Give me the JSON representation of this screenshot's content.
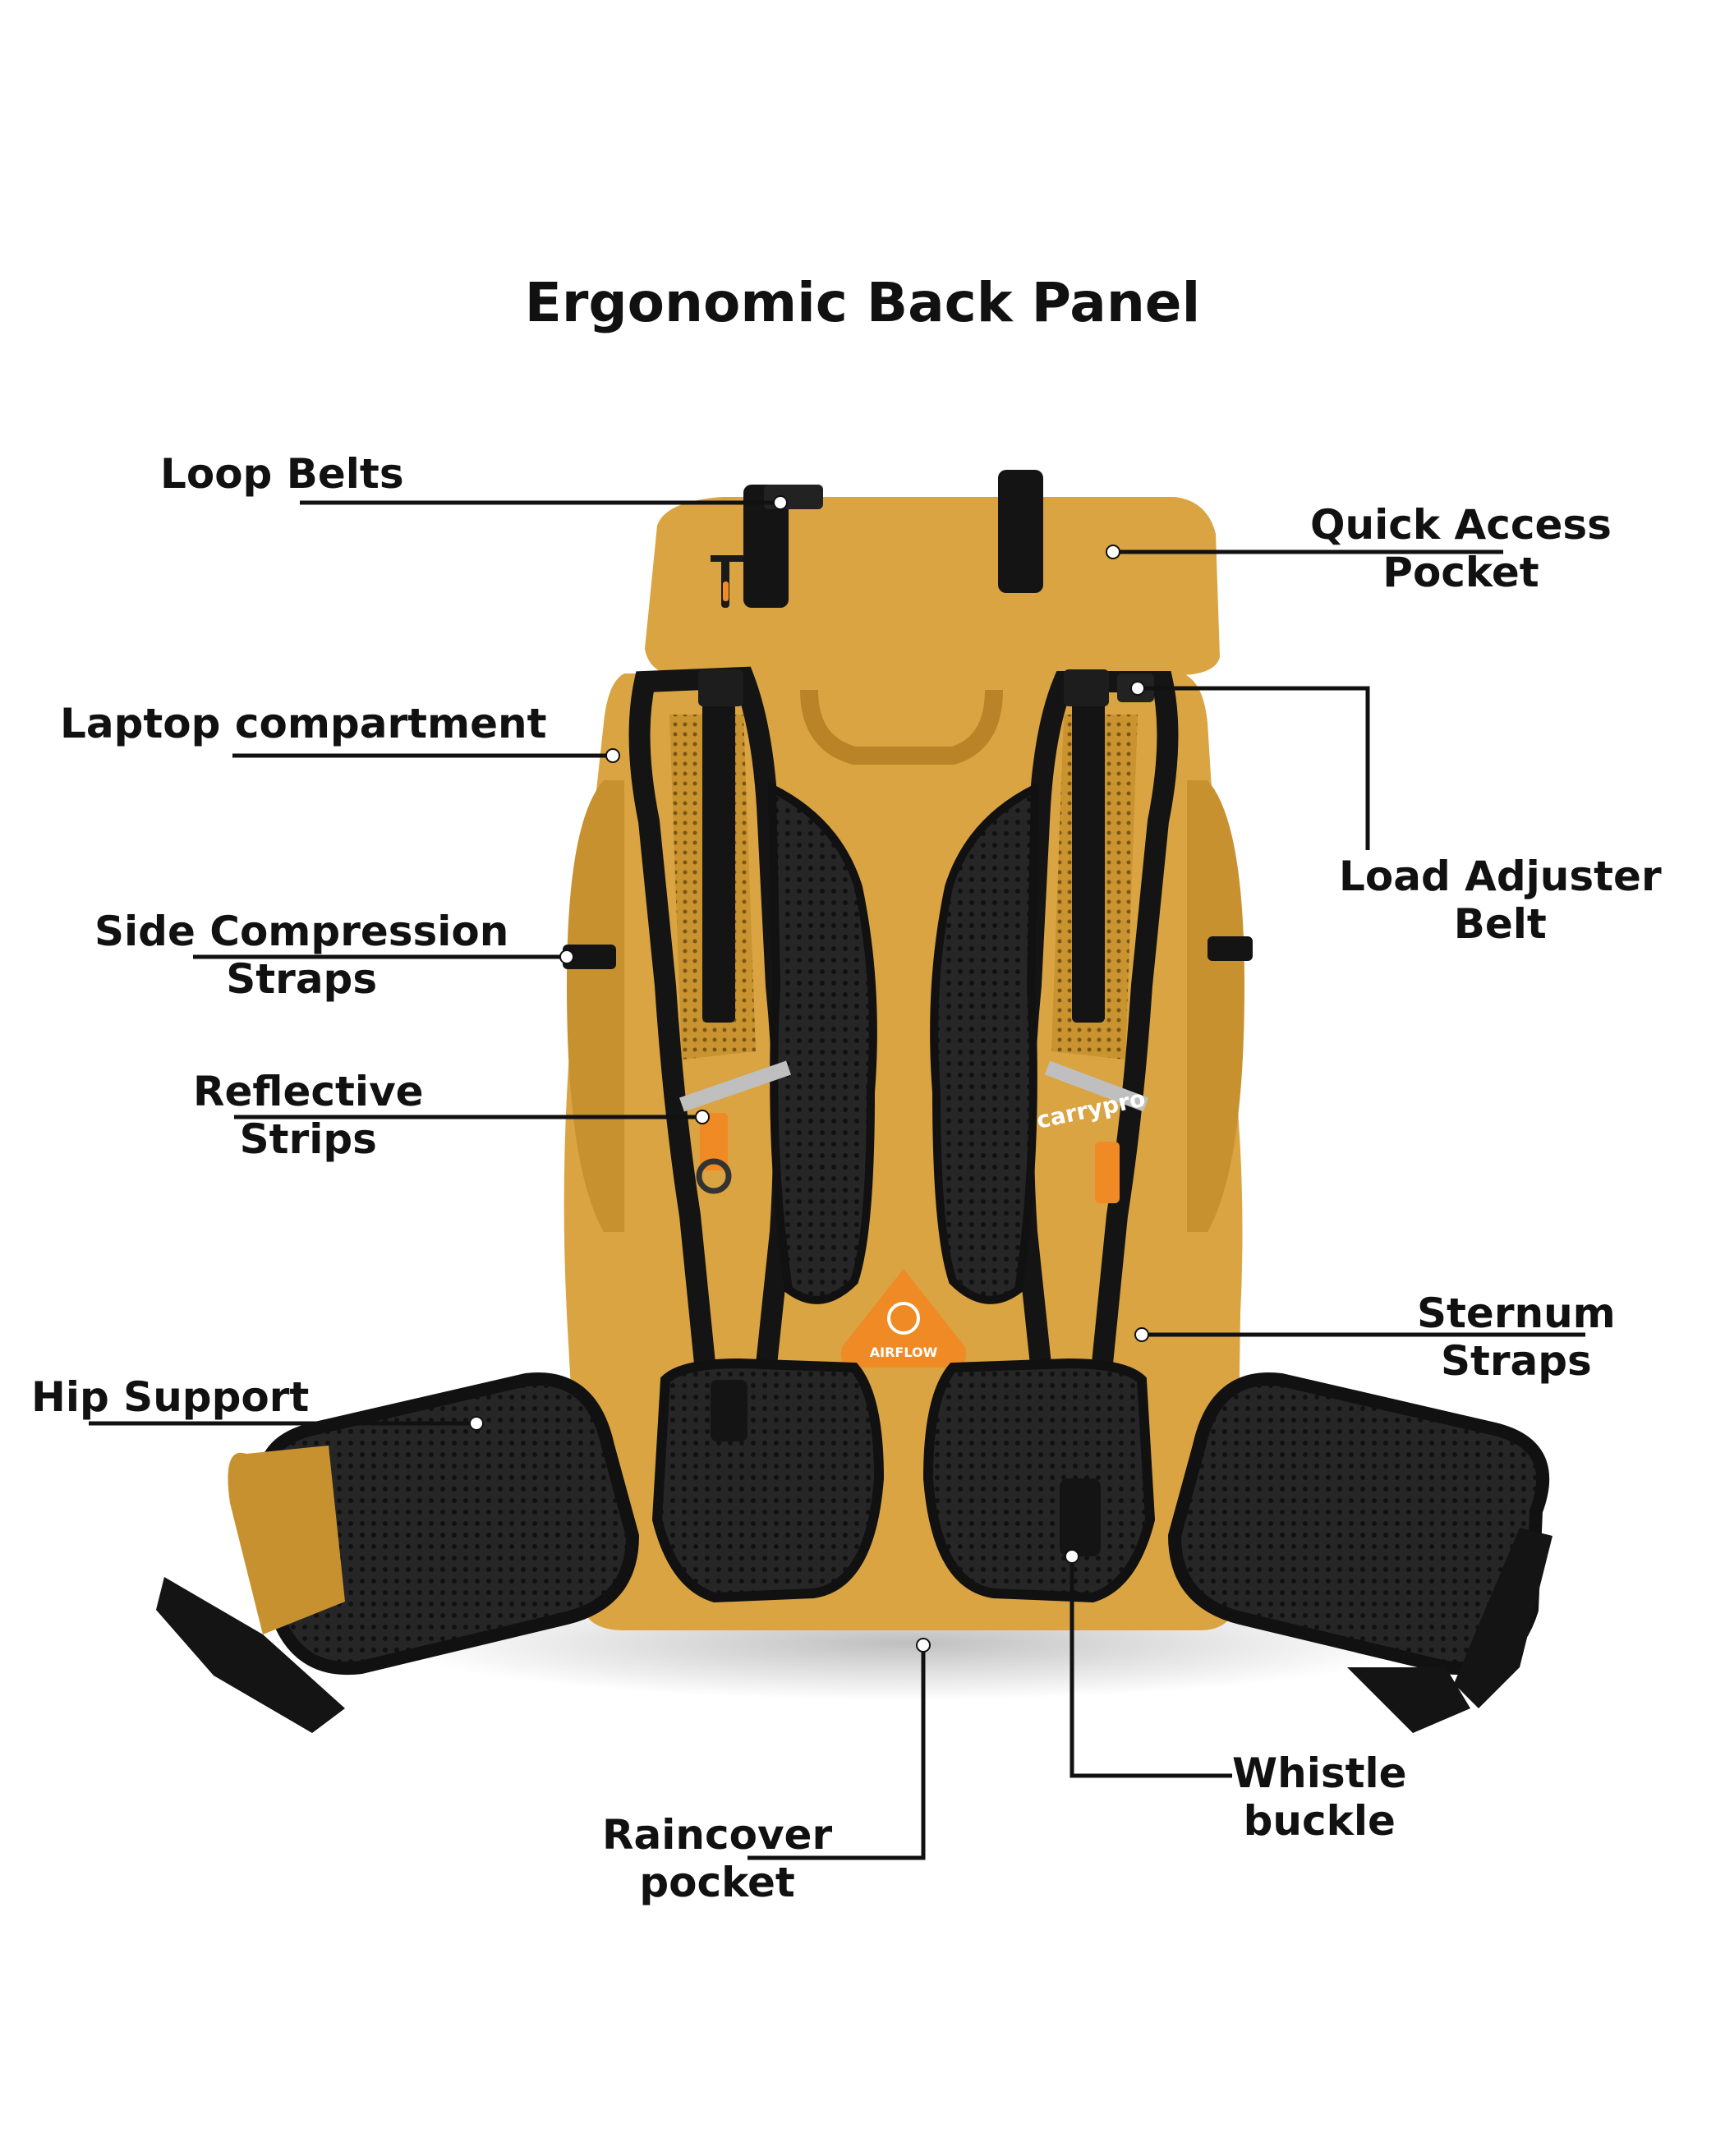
{
  "title": "Ergonomic Back Panel",
  "brand": {
    "logo": "carrypro",
    "badge": "AIRFLOW"
  },
  "colors": {
    "bag": "#D9A441",
    "bag_dark": "#B98327",
    "straps": "#141414",
    "mesh": "#2A2A2A",
    "accent_orange": "#F08A24",
    "reflective": "#BFBFBF",
    "leader_line": "#111111"
  },
  "callouts": {
    "loop_belts": {
      "line1": "Loop Belts"
    },
    "quick_access": {
      "line1": "Quick Access",
      "line2": "Pocket"
    },
    "laptop": {
      "line1": "Laptop compartment"
    },
    "load_adjuster": {
      "line1": "Load Adjuster",
      "line2": "Belt"
    },
    "side_compression": {
      "line1": "Side Compression",
      "line2": "Straps"
    },
    "reflective": {
      "line1": "Reflective",
      "line2": "Strips"
    },
    "sternum": {
      "line1": "Sternum",
      "line2": "Straps"
    },
    "hip_support": {
      "line1": "Hip Support"
    },
    "whistle": {
      "line1": "Whistle",
      "line2": "buckle"
    },
    "raincover": {
      "line1": "Raincover",
      "line2": "pocket"
    }
  }
}
